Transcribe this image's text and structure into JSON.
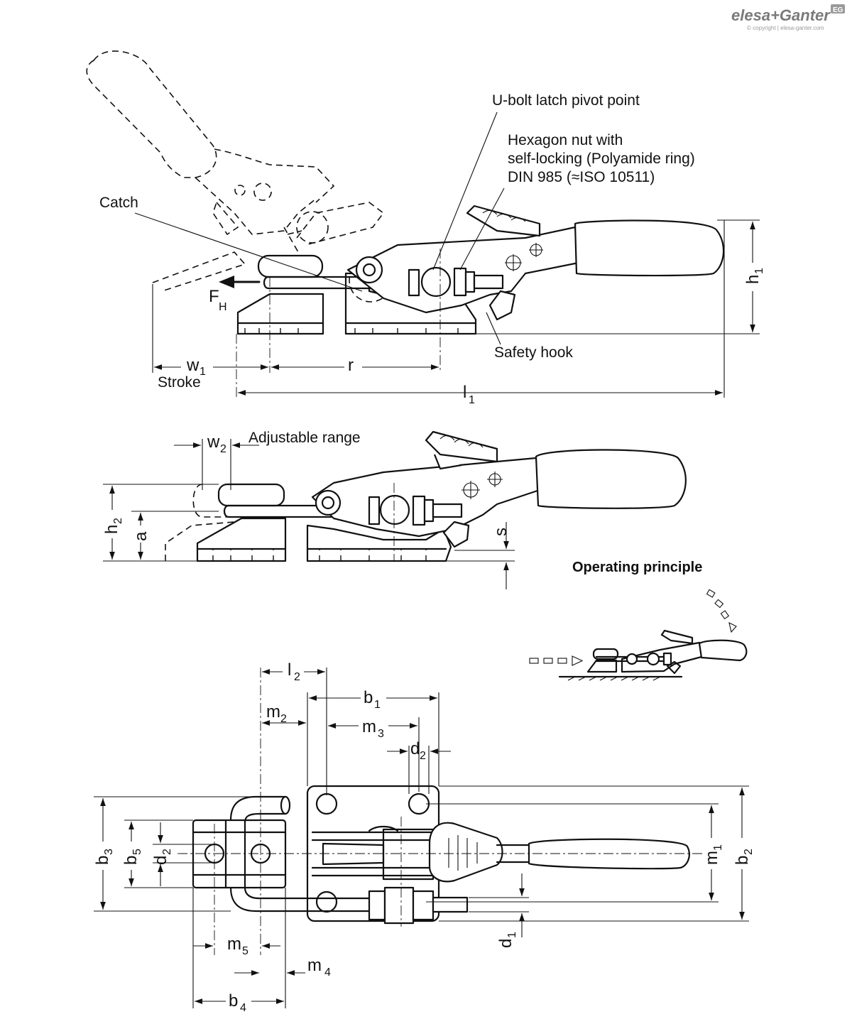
{
  "brand": {
    "name_part1": "elesa",
    "name_sep": "+",
    "name_part2": "Ganter",
    "badge": "EG",
    "copyright": "© copyright | elesa-ganter.com"
  },
  "side_view": {
    "labels": {
      "catch": "Catch",
      "u_bolt_pivot": "U-bolt latch pivot point",
      "hex_nut_line1": "Hexagon nut with",
      "hex_nut_line2": "self-locking (Polyamide ring)",
      "hex_nut_line3": "DIN 985 (≈ISO 10511)",
      "safety_hook": "Safety hook",
      "stroke": "Stroke"
    },
    "dims": {
      "w1": "w",
      "w1_sub": "1",
      "r": "r",
      "l1": "l",
      "l1_sub": "1",
      "h1": "h",
      "h1_sub": "1",
      "fh": "F",
      "fh_sub": "H"
    }
  },
  "middle_view": {
    "labels": {
      "adjustable_range": "Adjustable range"
    },
    "dims": {
      "w2": "w",
      "w2_sub": "2",
      "h2": "h",
      "h2_sub": "2",
      "a": "a",
      "s": "s"
    }
  },
  "operating": {
    "title": "Operating principle"
  },
  "top_view": {
    "dims": {
      "l2": "l",
      "l2_sub": "2",
      "b1": "b",
      "b1_sub": "1",
      "m2": "m",
      "m2_sub": "2",
      "m3": "m",
      "m3_sub": "3",
      "d2_top": "d",
      "d2_top_sub": "2",
      "b3": "b",
      "b3_sub": "3",
      "b5": "b",
      "b5_sub": "5",
      "d2_left": "d",
      "d2_left_sub": "2",
      "m1": "m",
      "m1_sub": "1",
      "b2": "b",
      "b2_sub": "2",
      "d1": "d",
      "d1_sub": "1",
      "m5": "m",
      "m5_sub": "5",
      "m4": "m",
      "m4_sub": "4",
      "b4": "b",
      "b4_sub": "4"
    }
  }
}
